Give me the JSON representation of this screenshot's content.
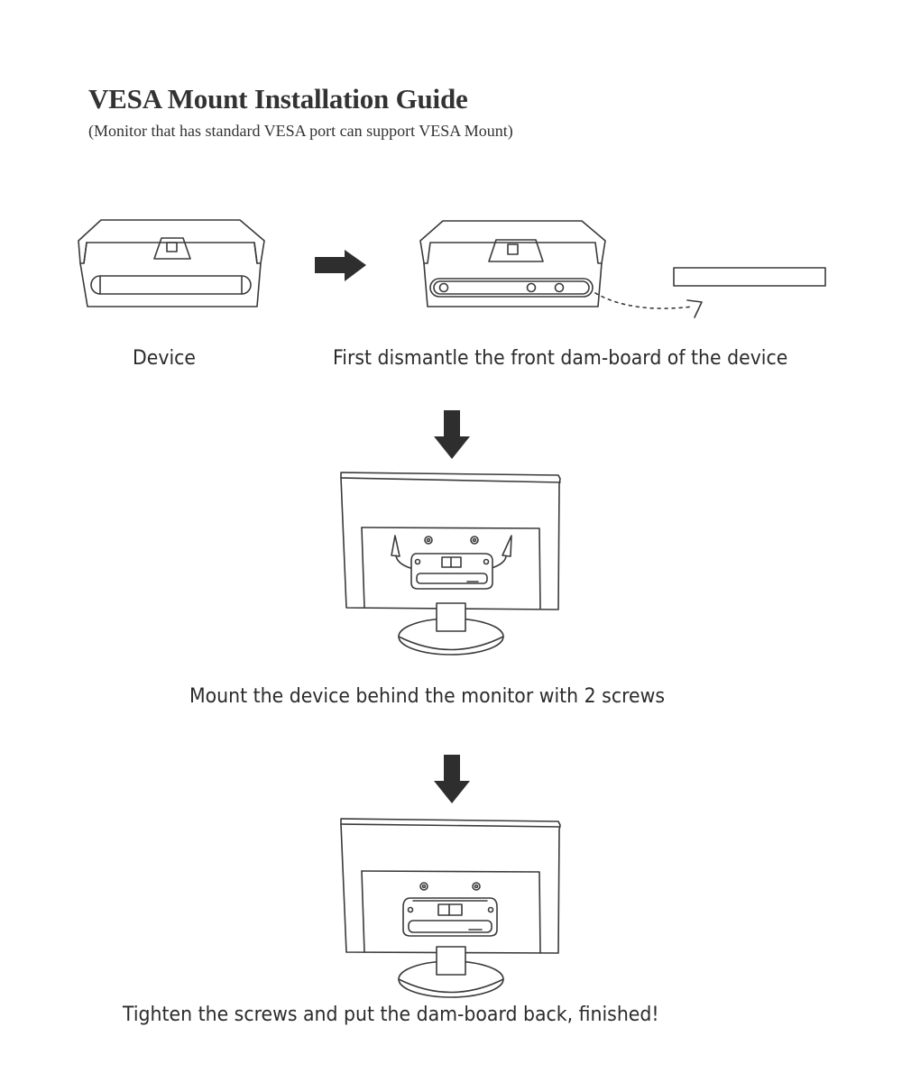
{
  "header": {
    "title": "VESA Mount Installation Guide",
    "subtitle": "(Monitor that has standard VESA port can support VESA Mount)"
  },
  "steps": [
    {
      "id": "device",
      "caption": "Device",
      "illustration": "device-front-view"
    },
    {
      "id": "dismantle",
      "caption": "First dismantle the front dam-board of the device",
      "illustration": "device-with-dam-board-removed"
    },
    {
      "id": "mount",
      "caption": "Mount the device behind the monitor with 2 screws",
      "illustration": "monitor-back-with-device-mounting"
    },
    {
      "id": "finish",
      "caption": "Tighten the screws and put the dam-board back, finished!",
      "illustration": "monitor-back-with-device-mounted"
    }
  ],
  "arrows": [
    {
      "direction": "right",
      "from": "device",
      "to": "dismantle"
    },
    {
      "direction": "down",
      "from": "dismantle",
      "to": "mount"
    },
    {
      "direction": "down",
      "from": "mount",
      "to": "finish"
    }
  ],
  "colors": {
    "text": "#333333",
    "line": "#3a3a3a",
    "arrow": "#2e2e2e",
    "background": "#ffffff"
  }
}
